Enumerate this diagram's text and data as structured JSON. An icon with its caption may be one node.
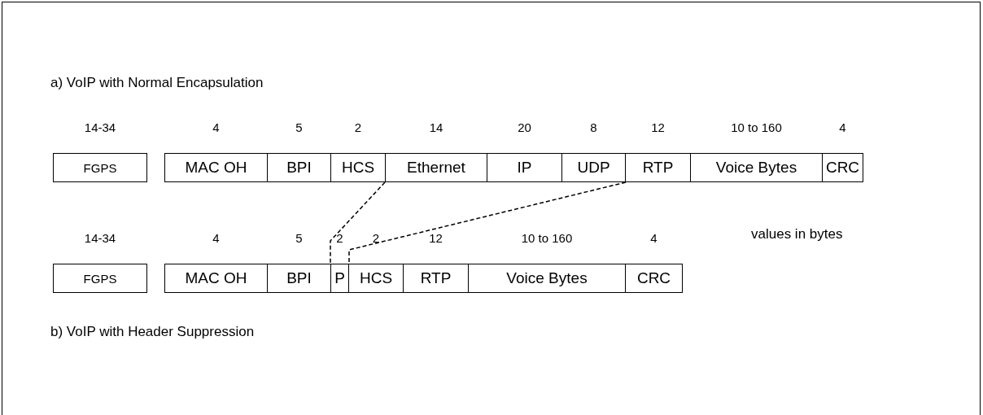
{
  "diagram": {
    "nodes": [
      {
        "text": [
          "FGPS"
        ],
        "beside": [
          "14-34"
        ]
      },
      {
        "text": [
          "MAC OH"
        ],
        "beside": [
          "4"
        ]
      },
      {
        "text": [
          "BPI"
        ],
        "beside": [
          "5"
        ]
      },
      {
        "text": [
          "HCS"
        ],
        "beside": [
          "2"
        ]
      },
      {
        "text": [
          "Ethernet"
        ],
        "beside": [
          "14"
        ]
      },
      {
        "text": [
          "IP"
        ],
        "beside": [
          "20"
        ]
      },
      {
        "text": [
          "UDP"
        ],
        "beside": [
          "8"
        ]
      },
      {
        "text": [
          "RTP"
        ],
        "beside": [
          "12"
        ]
      },
      {
        "text": [
          "Voice Bytes"
        ],
        "beside": [
          "10 to 160"
        ]
      },
      {
        "text": [
          "CRC"
        ],
        "beside": [
          "4"
        ]
      },
      {
        "text": [
          "FGPS"
        ],
        "beside": [
          "14-34"
        ]
      },
      {
        "text": [
          "MAC OH"
        ],
        "beside": [
          "4"
        ]
      },
      {
        "text": [
          "BPI"
        ],
        "beside": [
          "5"
        ]
      },
      {
        "text": [
          "P"
        ],
        "beside": [
          "2"
        ]
      },
      {
        "text": [
          "HCS"
        ],
        "beside": [
          "2"
        ]
      },
      {
        "text": [
          "RTP"
        ],
        "beside": [
          "12"
        ]
      },
      {
        "text": [
          "Voice Bytes"
        ],
        "beside": [
          "10 to 160"
        ]
      },
      {
        "text": [
          "CRC"
        ],
        "beside": [
          "4"
        ]
      }
    ],
    "edges": [
      {
        "from": 4,
        "to": 13,
        "arrow": "none",
        "style": "dashed"
      },
      {
        "from": 6,
        "to": 13,
        "arrow": "none",
        "style": "dashed"
      }
    ],
    "labels": [
      "a) VoIP with Normal Encapsulation",
      "values in bytes",
      "b) VoIP with Header Suppression"
    ]
  }
}
